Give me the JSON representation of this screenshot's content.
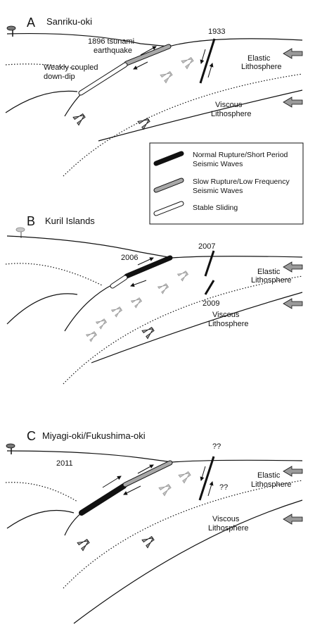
{
  "panels": {
    "a": {
      "letter": "A",
      "title": "Sanriku-oki",
      "year_fault": "1933",
      "event_line1": "1896 tsunami",
      "event_line2": "earthquake",
      "coupled_line1": "Weakly coupled",
      "coupled_line2": "down-dip",
      "elastic_line1": "Elastic",
      "elastic_line2": "Lithosphere",
      "viscous_line1": "Viscous",
      "viscous_line2": "Lithosphere"
    },
    "b": {
      "letter": "B",
      "title": "Kuril Islands",
      "year_thrust": "2006",
      "year_upper": "2007",
      "year_lower": "2009",
      "elastic_line1": "Elastic",
      "elastic_line2": "Lithosphere",
      "viscous_line1": "Viscous",
      "viscous_line2": "Lithosphere"
    },
    "c": {
      "letter": "C",
      "title": "Miyagi-oki/Fukushima-oki",
      "year_thrust": "2011",
      "question1": "??",
      "question2": "??",
      "elastic_line1": "Elastic",
      "elastic_line2": "Lithosphere",
      "viscous_line1": "Viscous",
      "viscous_line2": "Lithosphere"
    }
  },
  "legend": {
    "items": [
      {
        "line1": "Normal Rupture/Short Period",
        "line2": "Seismic Waves",
        "fill": "#000000"
      },
      {
        "line1": "Slow Rupture/Low Frequency",
        "line2": "Seismic Waves",
        "fill": "#a8a8a8"
      },
      {
        "line1": "Stable Sliding",
        "line2": "",
        "fill": "#ffffff"
      }
    ]
  },
  "colors": {
    "line": "#111111",
    "gray_arrow": "#9a9a9a",
    "light_arrow": "#c4c4c4"
  }
}
